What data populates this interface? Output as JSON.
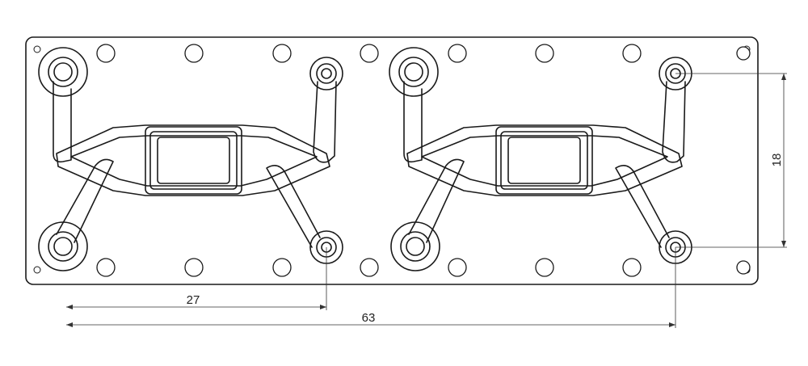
{
  "dimensions": {
    "width_label": "27",
    "total_label": "63",
    "height_label": "18"
  },
  "colors": {
    "stroke": "#1a1a1a",
    "background": "#ffffff"
  }
}
